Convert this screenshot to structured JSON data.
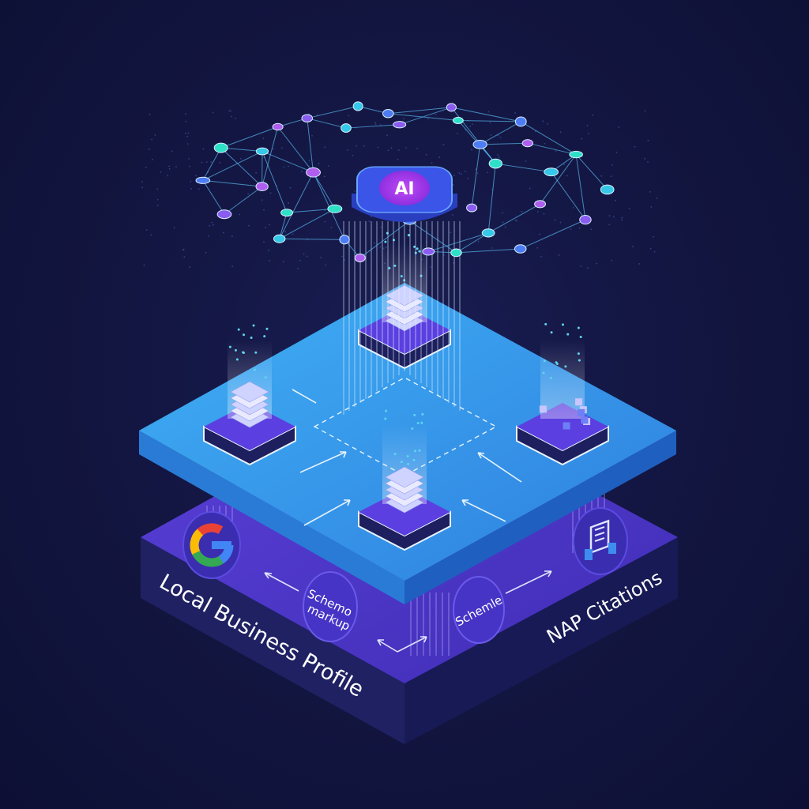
{
  "hub": {
    "label": "AI"
  },
  "labels": {
    "left_face": "Local Business Profile",
    "right_face": "NAP Citations",
    "badge_left": [
      "Schemo",
      "markup"
    ],
    "badge_right": "Schemle"
  },
  "icons": [
    "google-g-icon",
    "document-citation-icon",
    "stacked-layers-icon",
    "cube-cluster-icon",
    "ai-chip-icon"
  ],
  "colors": {
    "background": "#12153f",
    "top_platform": "#3a9be8",
    "bottom_platform": "#4a35c8",
    "accent": "#a23df0",
    "network": "#4fc3f7"
  }
}
